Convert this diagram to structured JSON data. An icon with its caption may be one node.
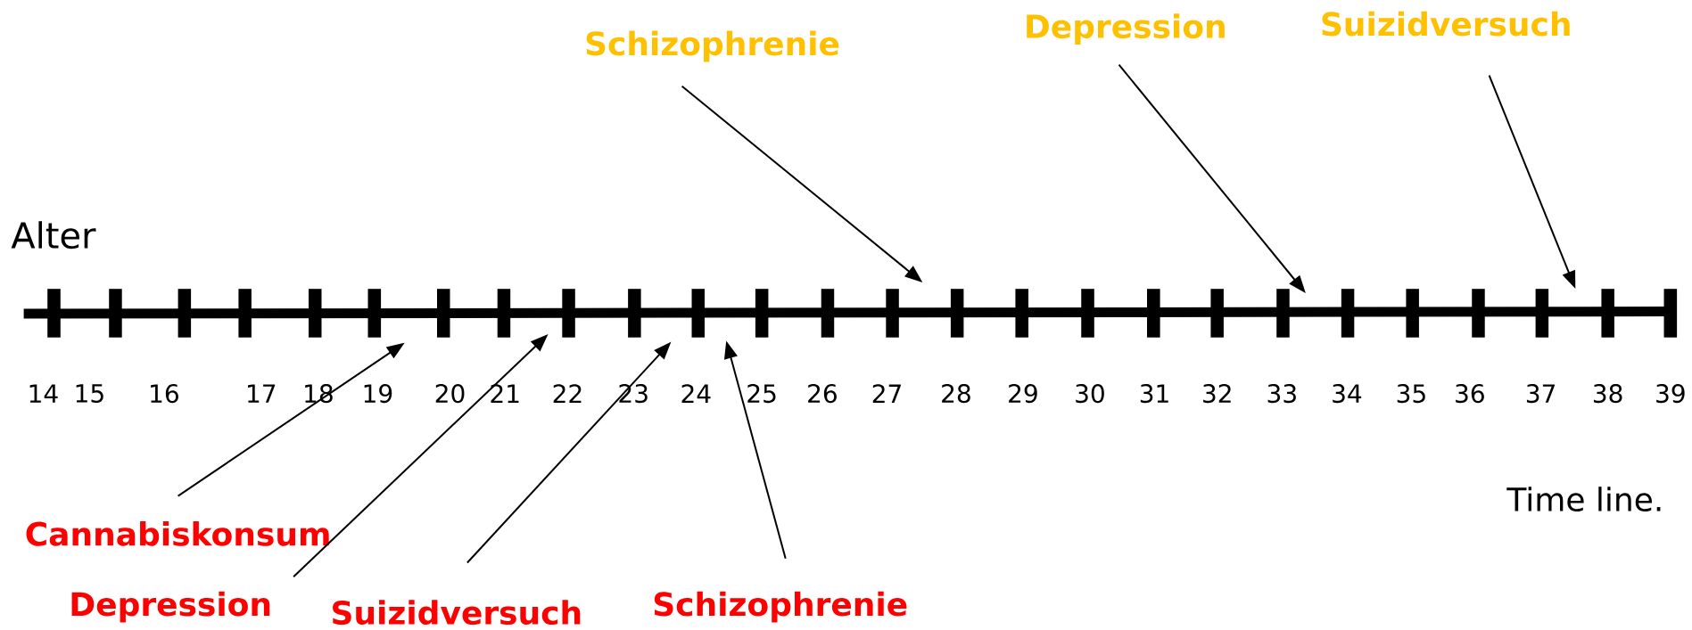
{
  "diagram": {
    "nodes": [
      {
        "text": [
          "Schizophrenie"
        ]
      },
      {
        "text": [
          "Depression"
        ]
      },
      {
        "text": [
          "Suizidversuch"
        ]
      },
      {
        "text": [
          "Cannabiskonsum"
        ]
      },
      {
        "text": [
          "Depression"
        ]
      },
      {
        "text": [
          "Suizidversuch"
        ]
      },
      {
        "text": [
          "Schizophrenie"
        ]
      }
    ],
    "edges": [
      {
        "from": 0,
        "to": null,
        "arrow": "to"
      },
      {
        "from": 1,
        "to": null,
        "arrow": "to"
      },
      {
        "from": 2,
        "to": null,
        "arrow": "to"
      },
      {
        "from": 3,
        "to": null,
        "arrow": "to"
      },
      {
        "from": 4,
        "to": null,
        "arrow": "to"
      },
      {
        "from": 5,
        "to": null,
        "arrow": "to"
      },
      {
        "from": 6,
        "to": null,
        "arrow": "to"
      }
    ],
    "labels": [
      "Alter",
      "14",
      "15",
      "16",
      "17",
      "18",
      "19",
      "20",
      "21",
      "22",
      "23",
      "24",
      "25",
      "26",
      "27",
      "28",
      "29",
      "30",
      "31",
      "32",
      "33",
      "34",
      "35",
      "36",
      "37",
      "38",
      "39",
      "Time line."
    ]
  }
}
